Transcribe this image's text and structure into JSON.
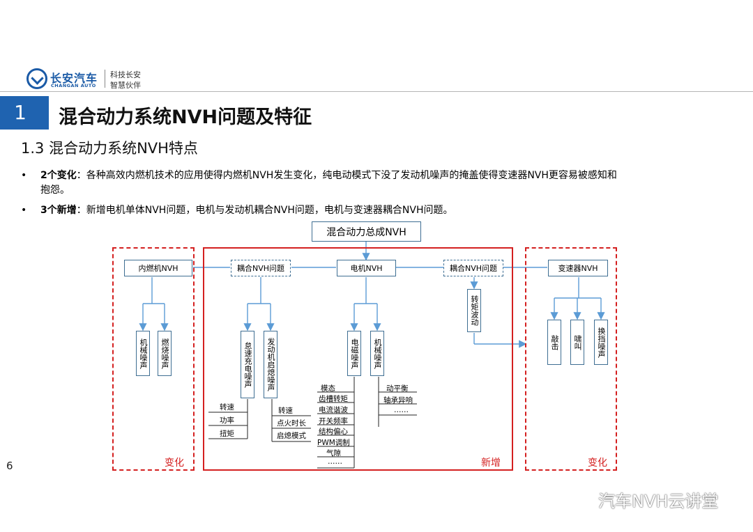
{
  "header": {
    "logo_cn": "长安汽车",
    "logo_en": "CHANGAN AUTO",
    "slogan_line1": "科技长安",
    "slogan_line2": "智慧伙伴",
    "brand_color": "#1a5aa6"
  },
  "section": {
    "number": "1",
    "title": "混合动力系统NVH问题及特征",
    "accent": "#1f63b0"
  },
  "subtitle": "1.3 混合动力系统NVH特点",
  "bullets": [
    {
      "label": "2个变化",
      "sep": "：",
      "text_line1": "各种高效内燃机技术的应用使得内燃机NVH发生变化，纯电动模式下没了发动机噪声的掩盖使得变速器NVH更容易被感知和",
      "text_line2": "抱怨。"
    },
    {
      "label": "3个新增",
      "sep": "：",
      "text_line1": "新增电机单体NVH问题，电机与发动机耦合NVH问题，电机与变速器耦合NVH问题。"
    }
  ],
  "diagram": {
    "root": "混合动力总成NVH",
    "nodes": {
      "ice": "内燃机NVH",
      "couple_left": "耦合NVH问题",
      "motor": "电机NVH",
      "couple_right": "耦合NVH问题",
      "trans": "变速器NVH",
      "ice_mech": "机械噪声",
      "ice_comb": "燃烧噪声",
      "idle_charge": "怠速充电噪声",
      "engine_start": "发动机启熄噪声",
      "motor_em": "电磁噪声",
      "motor_mech": "机械噪声",
      "torque_ripple": "转矩波动",
      "trans_rattle": "敲击",
      "trans_whine": "啸叫",
      "trans_shift": "换挡噪声"
    },
    "idle_factors": [
      "转速",
      "功率",
      "扭矩"
    ],
    "start_factors": [
      "转速",
      "点火时长",
      "启熄模式"
    ],
    "em_factors": [
      "模态",
      "齿槽转矩",
      "电流谐波",
      "开关频率",
      "结构偏心",
      "PWM调制",
      "气隙",
      "……"
    ],
    "mech_factors": [
      "动平衡",
      "轴承异响",
      "……"
    ],
    "frame_labels": {
      "left": "变化",
      "center": "新增",
      "right": "变化"
    },
    "colors": {
      "box_border": "#3e6e92",
      "frame_red": "#d42020",
      "arrow": "#5b9bd5"
    }
  },
  "page_number": "6",
  "watermark": "汽车NVH云讲堂"
}
